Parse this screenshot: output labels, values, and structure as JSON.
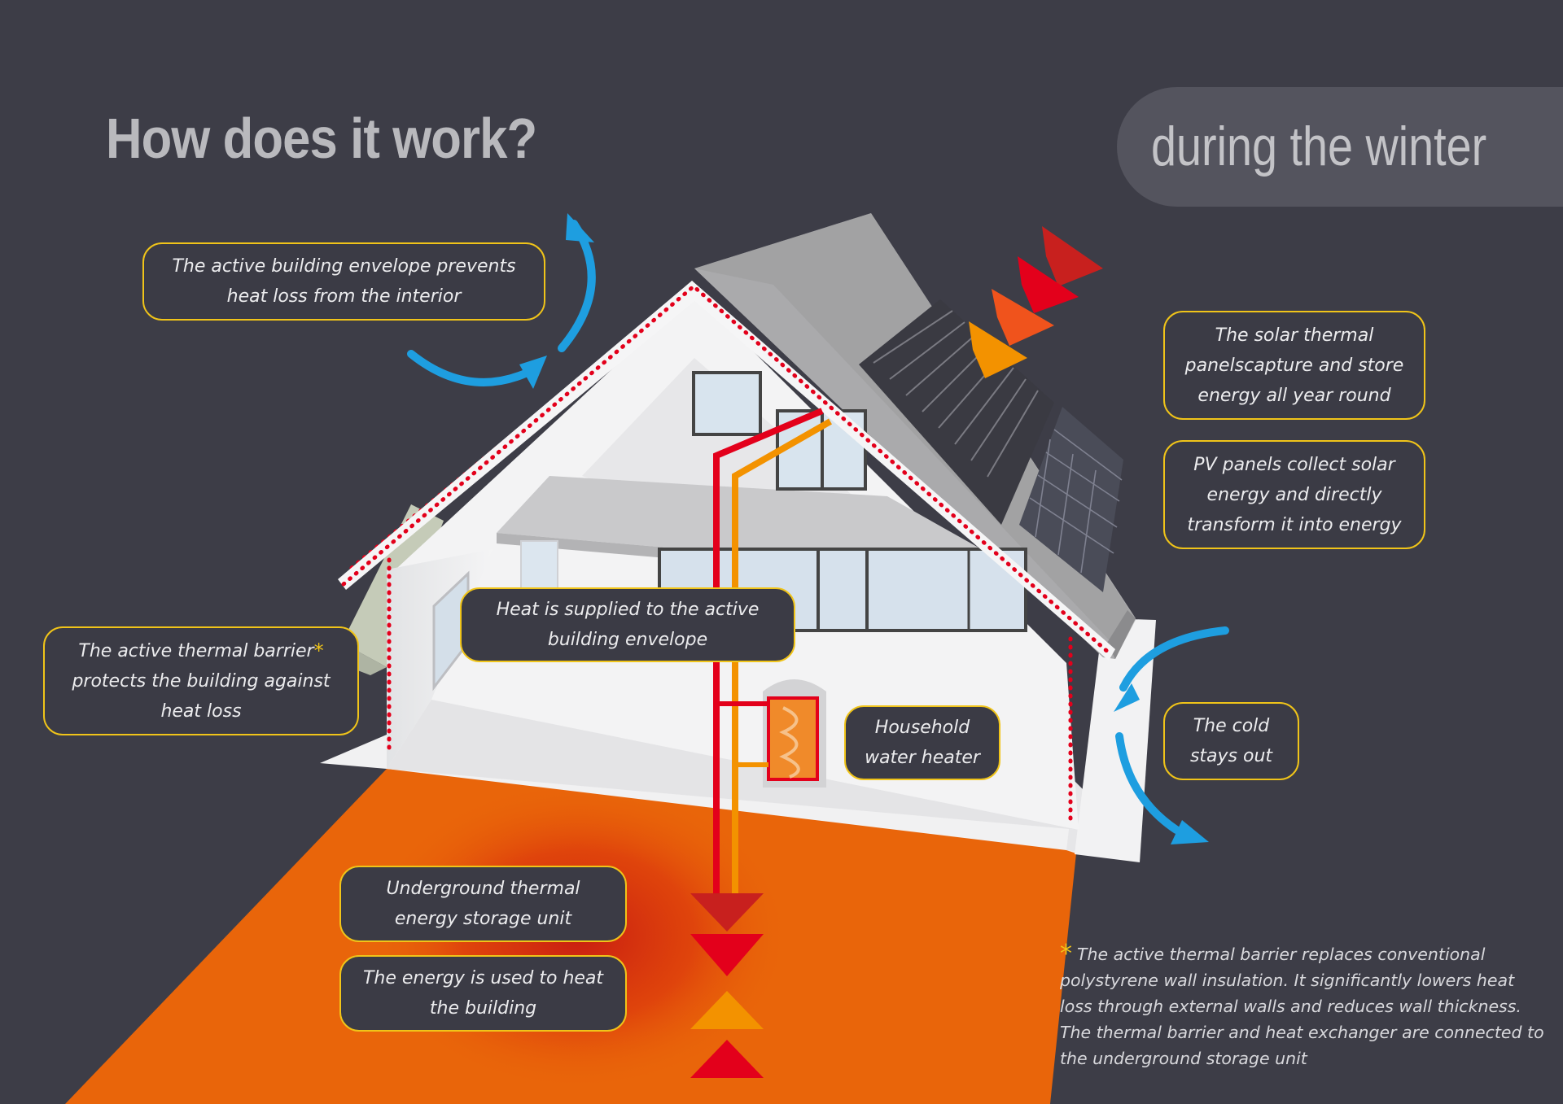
{
  "header": {
    "title": "How does it work?",
    "season": "during the winter"
  },
  "callouts": {
    "envelope": "The active building envelope prevents heat loss from the interior",
    "solar_thermal": "The solar thermal panelscapture and store energy all year round",
    "pv": "PV panels collect solar energy and directly transform it into energy",
    "barrier": "The active thermal barrier",
    "barrier_rest": "protects the building against heat loss",
    "heat_supplied": "Heat is supplied to the active building envelope",
    "water_heater": "Household water heater",
    "cold": "The cold stays out",
    "storage": "Underground thermal energy storage unit",
    "energy_used": "The energy is used to heat the building"
  },
  "footnote": {
    "marker": "*",
    "text": "The active thermal barrier replaces conventional polystyrene wall insulation. It significantly lowers heat loss through external walls and reduces wall thickness. The thermal barrier and heat exchanger are connected to the underground storage unit"
  },
  "colors": {
    "background": "#3d3d47",
    "callout_border": "#f0c419",
    "ground": "#e9650a",
    "hot_pipe": "#e3001b",
    "warm_pipe": "#f39200",
    "airflow_arrow": "#1e9ee0"
  }
}
